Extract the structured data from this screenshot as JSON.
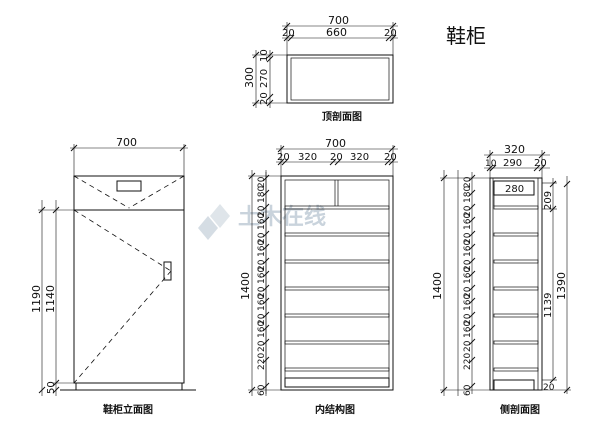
{
  "title": "鞋柜",
  "captions": {
    "top": "顶剖面图",
    "front": "鞋柜立面图",
    "inner": "内结构图",
    "side": "侧剖面图"
  },
  "watermark": "土木在线",
  "dims": {
    "top_w": "700",
    "top_l20": "20",
    "top_mid": "660",
    "top_r20": "20",
    "top_h300": "300",
    "top_v20a": "20",
    "top_v270": "270",
    "top_v10": "10",
    "front_w": "700",
    "front_1190": "1190",
    "front_1140": "1140",
    "front_50": "50",
    "inner_w": "700",
    "inner_20a": "20",
    "inner_320a": "320",
    "inner_20b": "20",
    "inner_320b": "320",
    "inner_20c": "20",
    "inner_1400": "1400",
    "side_w": "320",
    "side_10": "10",
    "side_290": "290",
    "side_20": "20",
    "side_280": "280",
    "side_209": "209",
    "side_1139": "1139",
    "side_1390": "1390",
    "side_1400": "1400",
    "side_bottom_20": "20",
    "shelf_chain": [
      "20",
      "180",
      "20",
      "160",
      "20",
      "160",
      "20",
      "160",
      "20",
      "160",
      "20",
      "160",
      "20",
      "220",
      "60"
    ]
  }
}
